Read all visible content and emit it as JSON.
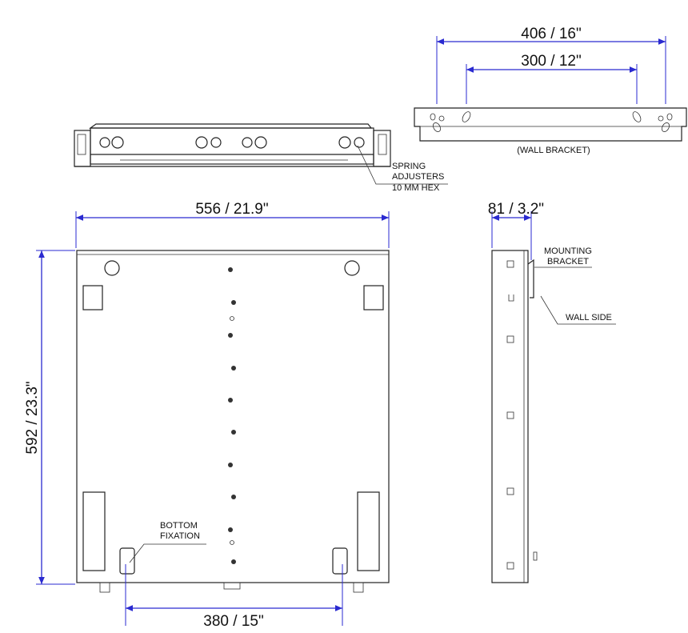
{
  "dimensions": {
    "bracket_outer": "406 / 16\"",
    "bracket_inner": "300 / 12\"",
    "width": "556 / 21.9\"",
    "height": "592 / 23.3\"",
    "bottom_spacing": "380 / 15\"",
    "depth": "81 / 3.2\""
  },
  "labels": {
    "wall_bracket": "(WALL BRACKET)",
    "spring_line1": "SPRING",
    "spring_line2": "ADJUSTERS",
    "spring_line3": "10 MM HEX",
    "mounting_line1": "MOUNTING",
    "mounting_line2": "BRACKET",
    "wall_side": "WALL SIDE",
    "bottom_line1": "BOTTOM",
    "bottom_line2": "FIXATION"
  },
  "colors": {
    "dimension": "#2a2ad0",
    "drawing": "#222222"
  }
}
